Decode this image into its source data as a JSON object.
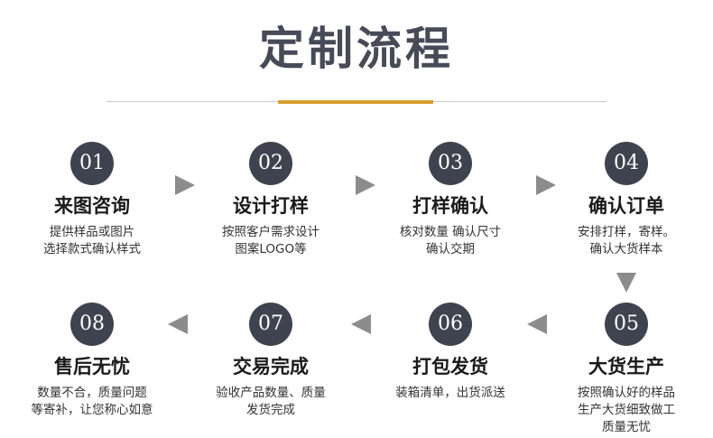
{
  "header": {
    "title": "定制流程"
  },
  "steps": [
    {
      "num": "01",
      "title": "来图咨询",
      "desc": "提供样品或图片\n选择款式确认样式"
    },
    {
      "num": "02",
      "title": "设计打样",
      "desc": "按照客户需求设计\n图案LOGO等"
    },
    {
      "num": "03",
      "title": "打样确认",
      "desc": "核对数量 确认尺寸\n确认交期"
    },
    {
      "num": "04",
      "title": "确认订单",
      "desc": "安排打样，寄样。\n确认大货样本"
    },
    {
      "num": "05",
      "title": "大货生产",
      "desc": "按照确认好的样品\n生产大货细致做工\n质量无忧"
    },
    {
      "num": "06",
      "title": "打包发货",
      "desc": "装箱清单，出货派送"
    },
    {
      "num": "07",
      "title": "交易完成",
      "desc": "验收产品数量、质量\n发货完成"
    },
    {
      "num": "08",
      "title": "售后无忧",
      "desc": "数量不合，质量问题\n等寄补，让您称心如意"
    }
  ],
  "colors": {
    "circle": "#3f4350",
    "accent": "#d8a032",
    "arrow": "#8c8c8c",
    "title": "#474a57"
  }
}
